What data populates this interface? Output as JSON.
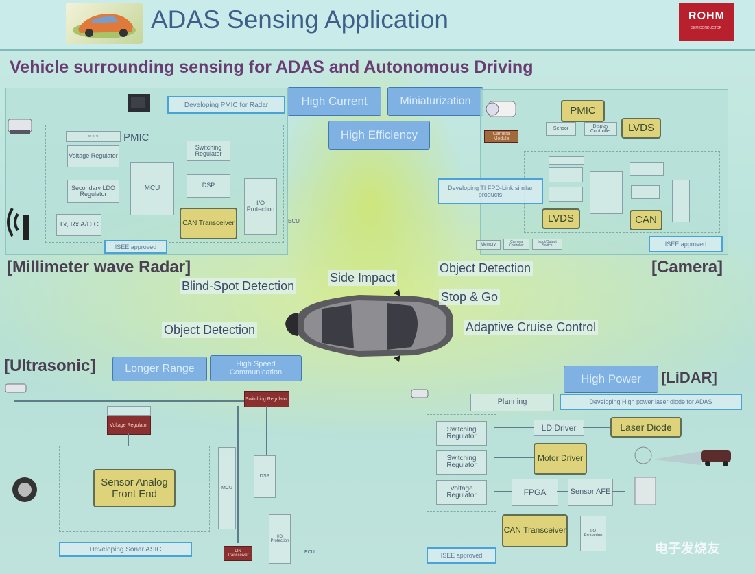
{
  "header": {
    "title": "ADAS Sensing Application",
    "logo_text": "ROHM",
    "logo_subtext": "SEMICONDUCTOR"
  },
  "subtitle": "Vehicle surrounding sensing for ADAS and Autonomous Driving",
  "center_tags": {
    "high_current": "High Current",
    "miniaturization": "Miniaturization",
    "high_efficiency": "High Efficiency"
  },
  "radar": {
    "section_label": "[Millimeter wave Radar]",
    "note_top": "Developing PMIC for Radar",
    "pmic_label": "PMIC",
    "voltage_regulator": "Voltage Regulator",
    "switching_regulator": "Switching Regulator",
    "secondary_ldo": "Secondary LDO Regulator",
    "mcu": "MCU",
    "dsp": "DSP",
    "io_protection": "I/O Protection",
    "txrx": "Tx, Rx A/D C",
    "can_transceiver": "CAN Transceiver",
    "ecu": "ECU",
    "note_bottom": "ISEE approved"
  },
  "camera": {
    "section_label": "[Camera]",
    "pmic": "PMIC",
    "lvds_top": "LVDS",
    "camera_module": "Camera Module",
    "sensor": "Sensor",
    "display_controller": "Display Controller",
    "note": "Developing TI FPD-Link similar products",
    "lvds_bottom": "LVDS",
    "can": "CAN",
    "note_bottom": "ISEE approved",
    "memory": "Memory",
    "subsystems": [
      "Memory",
      "Camera Controller",
      "Input/Output Switch"
    ]
  },
  "center_labels": {
    "side_impact": "Side Impact",
    "blind_spot": "Blind-Spot Detection",
    "object_detection_right": "Object Detection",
    "stop_go": "Stop & Go",
    "object_detection_left": "Object Detection",
    "acc": "Adaptive Cruise Control"
  },
  "ultrasonic": {
    "section_label": "[Ultrasonic]",
    "longer_range": "Longer Range",
    "high_speed": "High Speed Communication",
    "switching_regulator": "Switching Regulator",
    "voltage_regulator": "Voltage Regulator",
    "sensor_afe": "Sensor Analog Front End",
    "mcu": "MCU",
    "dsp": "DSP",
    "io_protection": "I/O Protection",
    "lin": "LIN Transceiver",
    "note": "Developing Sonar ASIC",
    "ecu": "ECU"
  },
  "lidar": {
    "section_label": "[LiDAR]",
    "high_power": "High Power",
    "note_top": "Developing High power laser diode for ADAS",
    "planning": "Planning",
    "ld_driver": "LD Driver",
    "laser_diode": "Laser Diode",
    "switching_reg_1": "Switching Regulator",
    "switching_reg_2": "Switching Regulator",
    "voltage_regulator": "Voltage Regulator",
    "motor_driver": "Motor Driver",
    "fpga": "FPGA",
    "sensor_afe": "Sensor AFE",
    "can_transceiver": "CAN Transceiver",
    "io_protection": "I/O Protection",
    "note_bottom": "ISEE approved"
  },
  "watermark": "电子发烧友",
  "colors": {
    "accent_blue": "#7fb2e3",
    "yellow_box": "#ded37a",
    "logo_red": "#b9202e",
    "title_blue": "#3e5f8a",
    "subtitle_purple": "#6a3d72"
  }
}
